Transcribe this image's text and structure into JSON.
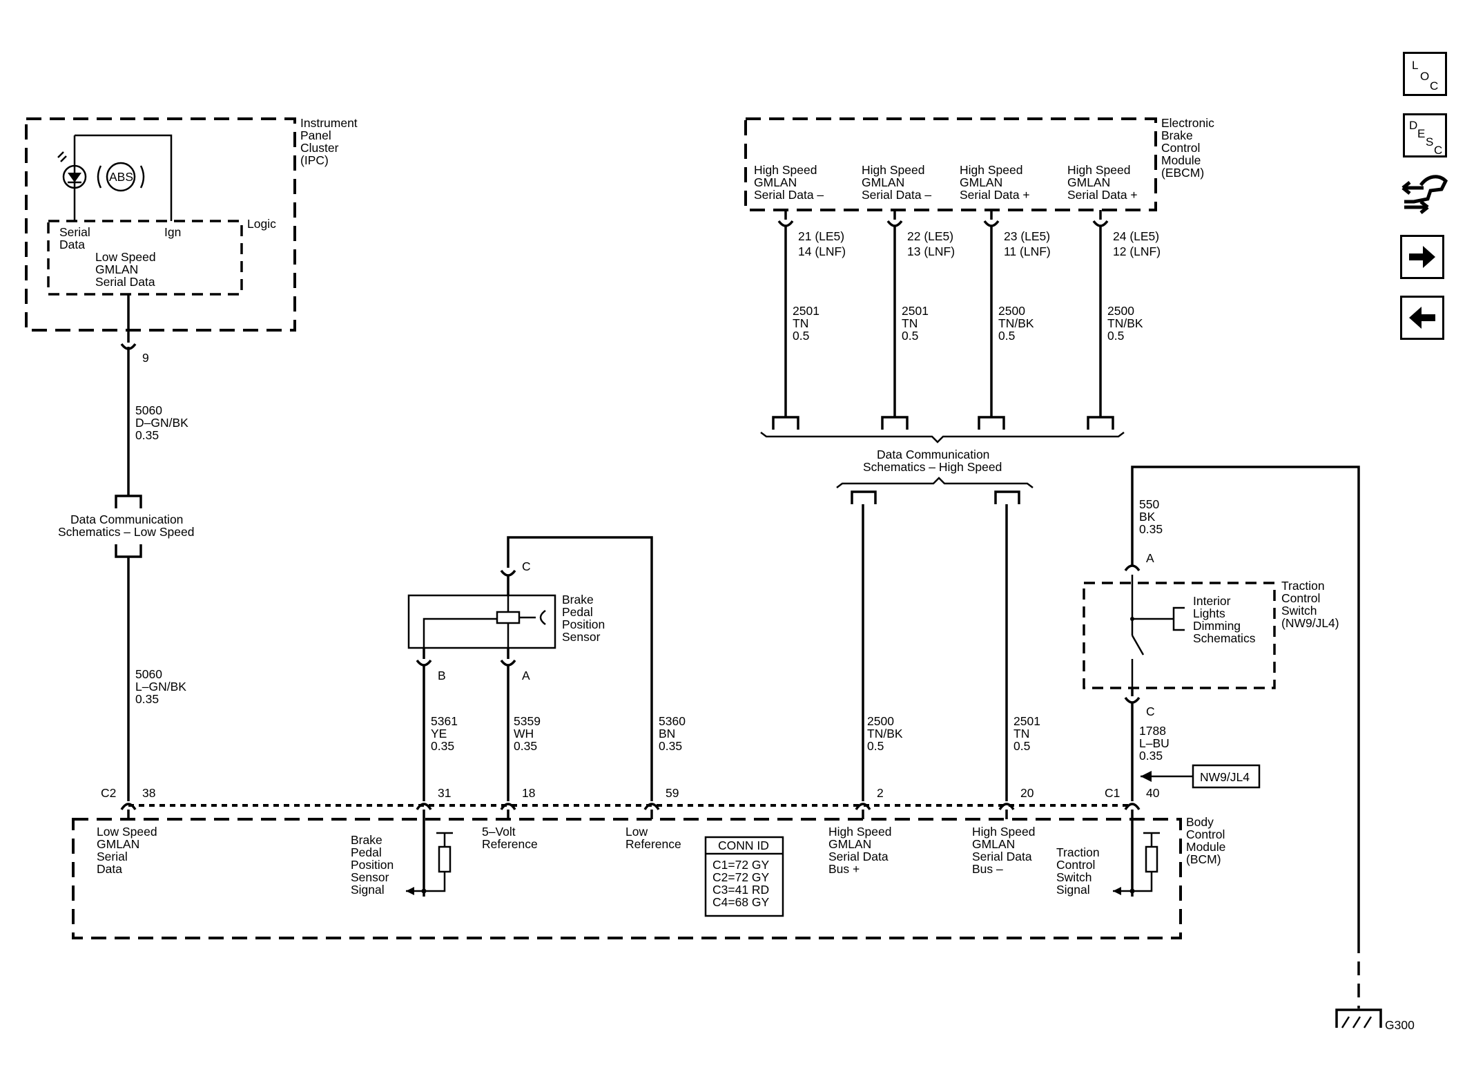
{
  "nav": {
    "loc": [
      "L",
      "O",
      "C"
    ],
    "desc": [
      "D",
      "E",
      "S",
      "C"
    ]
  },
  "ipc": {
    "title": [
      "Instrument",
      "Panel",
      "Cluster",
      "(IPC)"
    ],
    "abs": "ABS",
    "logic": "Logic",
    "serial_data": [
      "Serial",
      "Data"
    ],
    "ign": "Ign",
    "low_speed": [
      "Low Speed",
      "GMLAN",
      "Serial Data"
    ],
    "pin": "9",
    "wire": [
      "5060",
      "D–GN/BK",
      "0.35"
    ]
  },
  "lowspeed_ref": [
    "Data Communication",
    "Schematics – Low Speed"
  ],
  "lowspeed_wire2": [
    "5060",
    "L–GN/BK",
    "0.35"
  ],
  "ebcm": {
    "title": [
      "Electronic",
      "Brake",
      "Control",
      "Module",
      "(EBCM)"
    ],
    "terminals": [
      {
        "label": [
          "High Speed",
          "GMLAN",
          "Serial Data –"
        ],
        "pins": [
          "21 (LE5)",
          "14 (LNF)"
        ],
        "wire": [
          "2501",
          "TN",
          "0.5"
        ]
      },
      {
        "label": [
          "High Speed",
          "GMLAN",
          "Serial Data –"
        ],
        "pins": [
          "22 (LE5)",
          "13 (LNF)"
        ],
        "wire": [
          "2501",
          "TN",
          "0.5"
        ]
      },
      {
        "label": [
          "High Speed",
          "GMLAN",
          "Serial Data +"
        ],
        "pins": [
          "23 (LE5)",
          "11 (LNF)"
        ],
        "wire": [
          "2500",
          "TN/BK",
          "0.5"
        ]
      },
      {
        "label": [
          "High Speed",
          "GMLAN",
          "Serial Data +"
        ],
        "pins": [
          "24 (LE5)",
          "12 (LNF)"
        ],
        "wire": [
          "2500",
          "TN/BK",
          "0.5"
        ]
      }
    ]
  },
  "highspeed_ref": [
    "Data Communication",
    "Schematics – High Speed"
  ],
  "bpp_sensor": {
    "title": [
      "Brake",
      "Pedal",
      "Position",
      "Sensor"
    ],
    "pin_c": "C",
    "pin_b": "B",
    "pin_a": "A"
  },
  "wires": {
    "w5361": [
      "5361",
      "YE",
      "0.35"
    ],
    "w5359": [
      "5359",
      "WH",
      "0.35"
    ],
    "w5360": [
      "5360",
      "BN",
      "0.35"
    ],
    "w2500": [
      "2500",
      "TN/BK",
      "0.5"
    ],
    "w2501": [
      "2501",
      "TN",
      "0.5"
    ],
    "w550": [
      "550",
      "BK",
      "0.35"
    ],
    "w1788": [
      "1788",
      "L–BU",
      "0.35"
    ]
  },
  "tcs": {
    "title": [
      "Traction",
      "Control",
      "Switch",
      "(NW9/JL4)"
    ],
    "dimming": [
      "Interior",
      "Lights",
      "Dimming",
      "Schematics"
    ],
    "pin_a": "A",
    "pin_c": "C",
    "option": "NW9/JL4"
  },
  "bcm": {
    "title": [
      "Body",
      "Control",
      "Module",
      "(BCM)"
    ],
    "c2": "C2",
    "c1": "C1",
    "pins": [
      "38",
      "31",
      "18",
      "59",
      "2",
      "20",
      "40"
    ],
    "low_speed": [
      "Low Speed",
      "GMLAN",
      "Serial",
      "Data"
    ],
    "bpp_signal": [
      "Brake",
      "Pedal",
      "Position",
      "Sensor",
      "Signal"
    ],
    "five_volt": [
      "5–Volt",
      "Reference"
    ],
    "low_ref": [
      "Low",
      "Reference"
    ],
    "hs_plus": [
      "High Speed",
      "GMLAN",
      "Serial Data",
      "Bus +"
    ],
    "hs_minus": [
      "High Speed",
      "GMLAN",
      "Serial Data",
      "Bus –"
    ],
    "tcs_signal": [
      "Traction",
      "Control",
      "Switch",
      "Signal"
    ],
    "conn_id_title": "CONN ID",
    "conn_id": [
      "C1=72 GY",
      "C2=72 GY",
      "C3=41 RD",
      "C4=68 GY"
    ]
  },
  "ground": "G300"
}
